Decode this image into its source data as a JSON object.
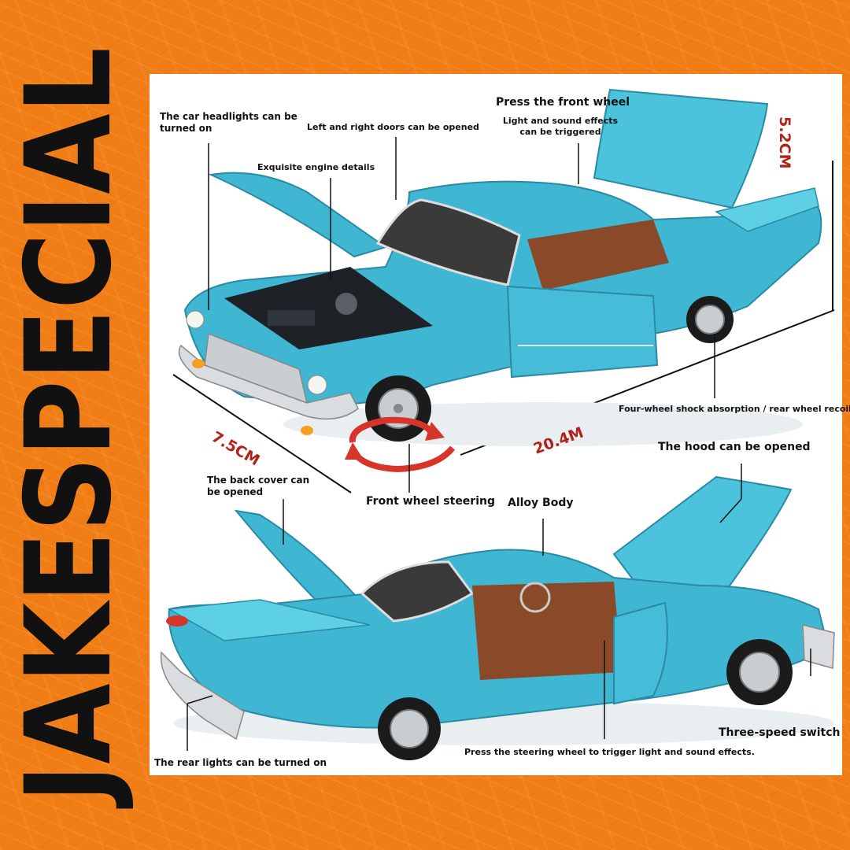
{
  "brand": {
    "watermark": "JAKESPECIAL"
  },
  "colors": {
    "background": "#f07d16",
    "car_body": "#3fb7d3",
    "dimension_text": "#b0221a",
    "panel": "#ffffff"
  },
  "features": {
    "headlights": "The car headlights can be turned on",
    "doors": "Left and right doors can be opened",
    "engine": "Exquisite engine details",
    "front_wheel_title": "Press the front wheel",
    "front_wheel_desc": "Light and sound effects can be triggered",
    "shock": "Four-wheel shock absorption / rear wheel recoil",
    "steering": "Front wheel steering",
    "hood": "The hood can be opened",
    "back_cover": "The back cover can be opened",
    "alloy": "Alloy Body",
    "rear_lights": "The rear lights can be turned on",
    "steering_wheel": "Press the steering wheel to trigger light and sound effects.",
    "switch": "Three-speed switch"
  },
  "dimensions": {
    "height": "5.2CM",
    "width": "7.5CM",
    "length": "20.4M"
  }
}
